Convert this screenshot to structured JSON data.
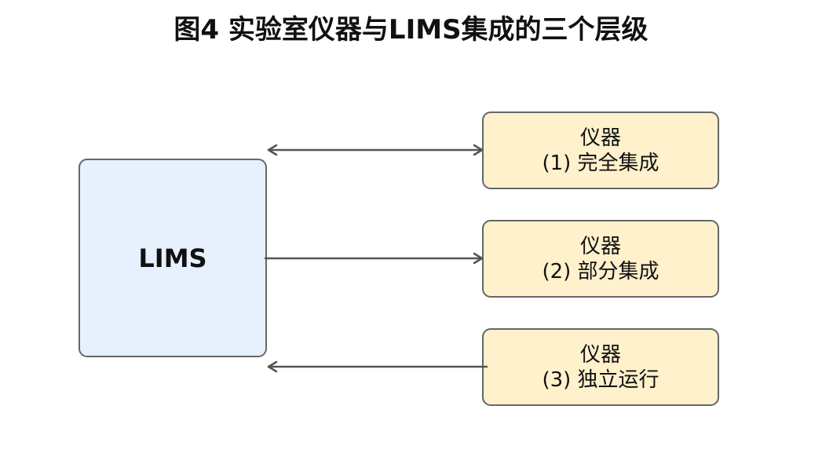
{
  "title": "图4 实验室仪器与LIMS集成的三个层级",
  "lims": {
    "label": "LIMS",
    "fill_color": "#e6f1fd"
  },
  "instruments": [
    {
      "name": "仪器",
      "level": "(1) 完全集成",
      "connection": "bidirectional"
    },
    {
      "name": "仪器",
      "level": "(2) 部分集成",
      "connection": "lims-to-instrument"
    },
    {
      "name": "仪器",
      "level": "(3) 独立运行",
      "connection": "instrument-to-lims"
    }
  ],
  "colors": {
    "instrument_fill": "#fff1cc",
    "border": "#666666",
    "arrow": "#555555"
  }
}
